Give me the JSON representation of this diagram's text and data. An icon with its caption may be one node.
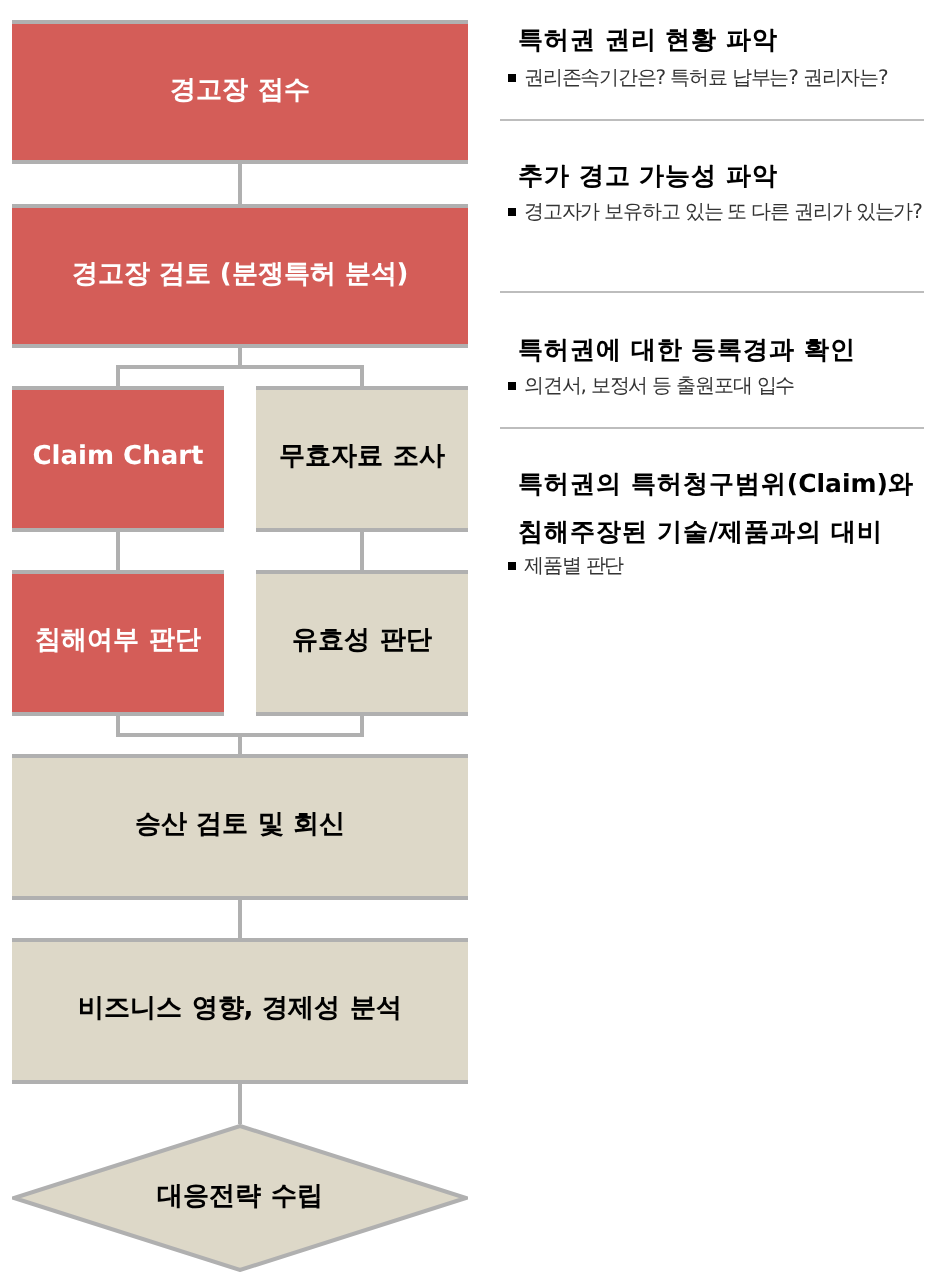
{
  "diagram": {
    "nodes": [
      {
        "text": [
          "경고장 접수"
        ]
      },
      {
        "text": [
          "경고장 검토 (분쟁특허 분석)"
        ]
      },
      {
        "text": [
          "Claim Chart"
        ]
      },
      {
        "text": [
          "무효자료 조사"
        ]
      },
      {
        "text": [
          "침해여부 판단"
        ]
      },
      {
        "text": [
          "유효성 판단"
        ]
      },
      {
        "text": [
          "승산 검토 및 회신"
        ]
      },
      {
        "text": [
          "비즈니스 영향, 경제성 분석"
        ]
      },
      {
        "text": [
          "대응전략 수립"
        ]
      }
    ],
    "edges": [
      {
        "from": 0,
        "to": 1,
        "arrow": "none"
      },
      {
        "from": 1,
        "to": 2,
        "arrow": "none"
      },
      {
        "from": 1,
        "to": 3,
        "arrow": "none"
      },
      {
        "from": 2,
        "to": 4,
        "arrow": "none"
      },
      {
        "from": 3,
        "to": 5,
        "arrow": "none"
      },
      {
        "from": 4,
        "to": 6,
        "arrow": "none"
      },
      {
        "from": 5,
        "to": 6,
        "arrow": "none"
      },
      {
        "from": 6,
        "to": 7,
        "arrow": "none"
      },
      {
        "from": 7,
        "to": 8,
        "arrow": "none"
      }
    ],
    "labels": [
      "특허권 권리 현황 파악",
      "권리존속기간은? 특허료 납부는? 권리자는?",
      "추가 경고 가능성 파악",
      "경고자가 보유하고 있는 또 다른 권리가 있는가?",
      "특허권에 대한 등록경과 확인",
      "의견서, 보정서 등 출원포대 입수",
      "특허권의 특허청구범위(Claim)와 침해주장된 기술/제품과의 대비",
      "제품별 판단"
    ]
  }
}
